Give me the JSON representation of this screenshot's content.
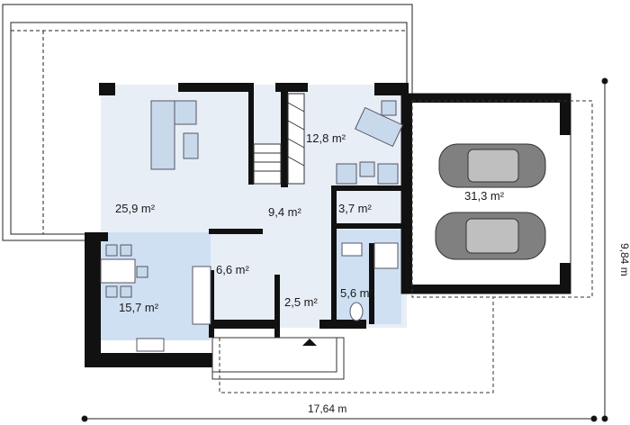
{
  "plan": {
    "rooms": {
      "living": "25,9 m²",
      "office": "12,8 m²",
      "garage": "31,3 m²",
      "hall": "9,4 m²",
      "utility": "3,7 m²",
      "kitchen": "15,7 m²",
      "room": "6,6 m²",
      "vestibule": "2,5 m²",
      "bath": "5,6 m²"
    },
    "dimensions": {
      "width": "17,64 m",
      "depth": "9,84 m"
    },
    "colors": {
      "wall": "#111111",
      "floor": "#e8eef6",
      "kitchen_floor": "#cfe0f3",
      "furniture": "#c9d9ec",
      "car": "#808080"
    }
  }
}
